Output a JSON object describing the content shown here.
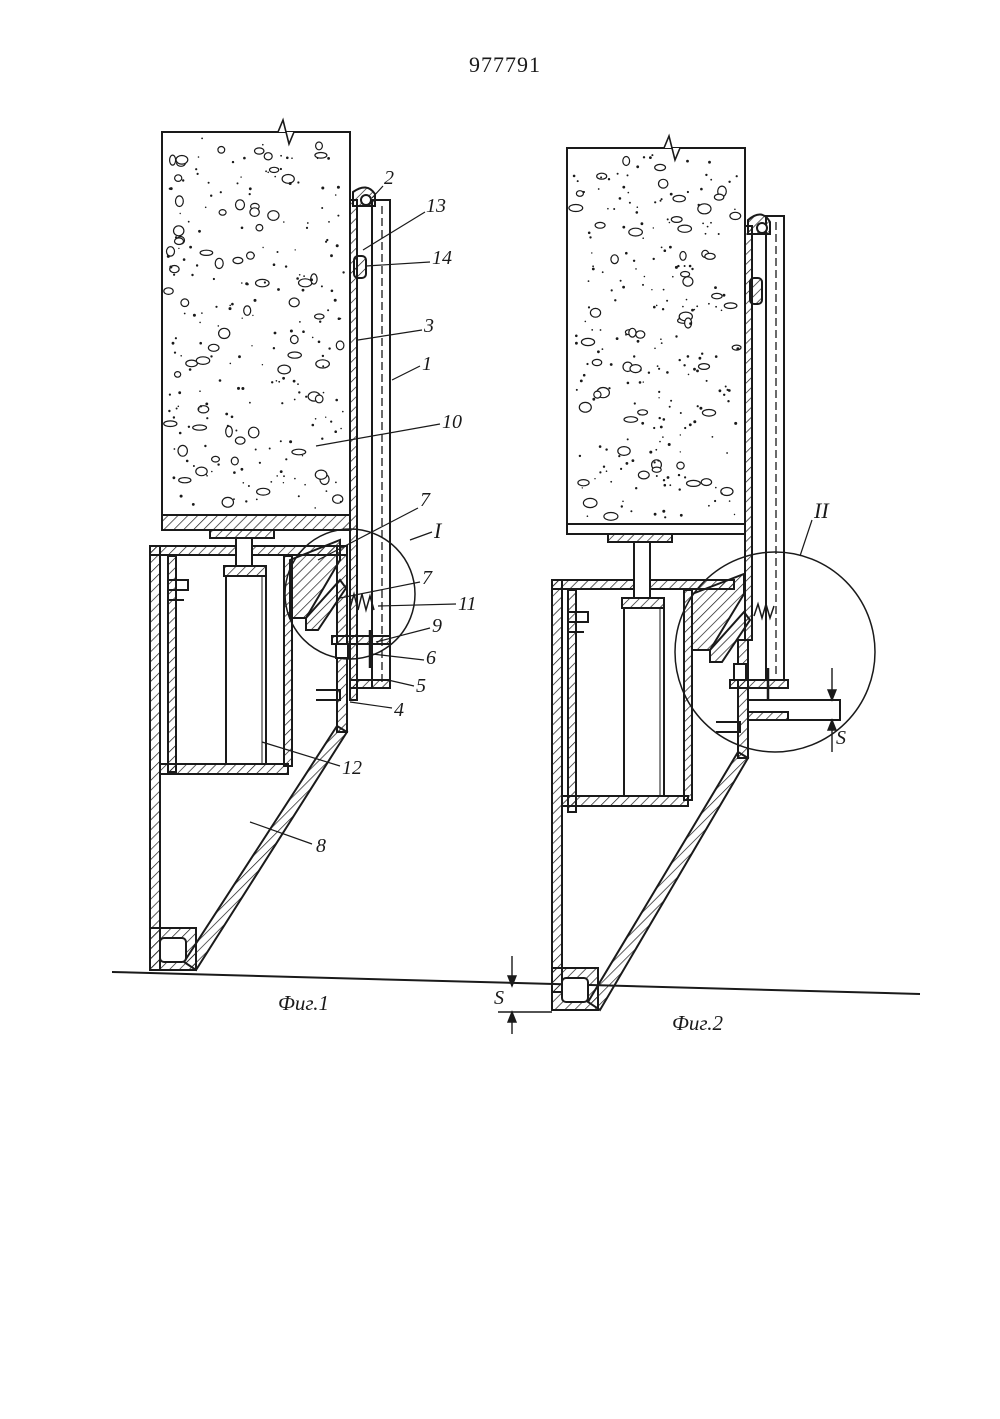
{
  "document": {
    "patent_number": "977791",
    "figures": [
      {
        "id": "fig1",
        "caption": "Фиг.1",
        "detail_label": "I",
        "labels": [
          "2",
          "13",
          "14",
          "3",
          "1",
          "10",
          "7",
          "7",
          "11",
          "9",
          "6",
          "5",
          "4",
          "12",
          "8"
        ]
      },
      {
        "id": "fig2",
        "caption": "Фиг.2",
        "detail_label": "II",
        "labels": [
          "S"
        ]
      }
    ],
    "gap_label": "S"
  },
  "colors": {
    "ink": "#1a1a1a",
    "paper": "#ffffff"
  }
}
